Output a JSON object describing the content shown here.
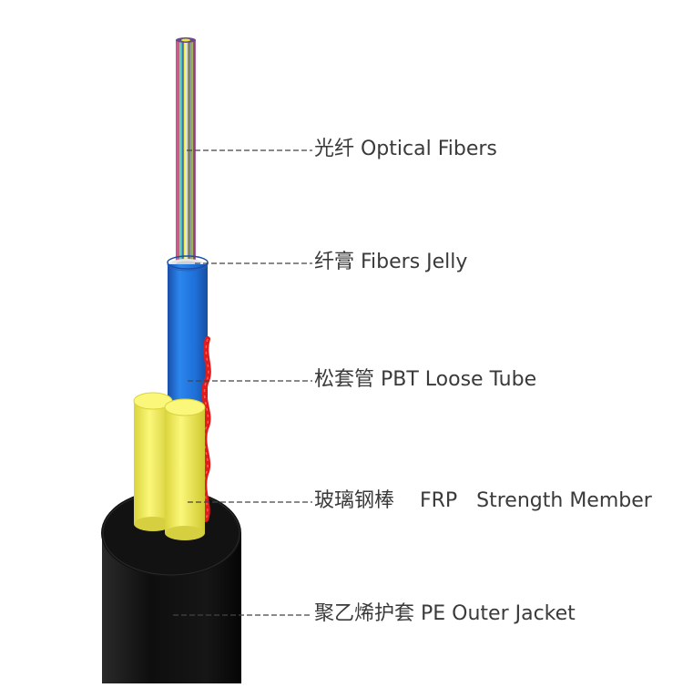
{
  "labels": {
    "optical_fibers": "光纤 Optical Fibers",
    "fibers_jelly": "纤膏 Fibers Jelly",
    "loose_tube": "松套管 PBT Loose Tube",
    "strength_member": "玻璃钢棒    FRP   Strength Member",
    "outer_jacket": "聚乙烯护套 PE Outer Jacket"
  },
  "colors": {
    "jacket": "#111111",
    "loose_tube": "#1f6fd6",
    "frp": "#f2ee5a",
    "ripcord": "#e21b1b",
    "fiber_blue": "#3b3bd0",
    "fiber_orange": "#e8a23a",
    "fiber_green": "#3cc06a",
    "fiber_brown": "#a0522d",
    "fiber_gray": "#9a9a9a",
    "fiber_white": "#f4f4f4",
    "fiber_red": "#d83a3a",
    "fiber_black": "#222222",
    "fiber_yellow": "#e8e83a",
    "fiber_violet": "#a04fc8",
    "fiber_pink": "#e880b0",
    "fiber_aqua": "#5ae0e0",
    "leader_line": "#444444"
  }
}
